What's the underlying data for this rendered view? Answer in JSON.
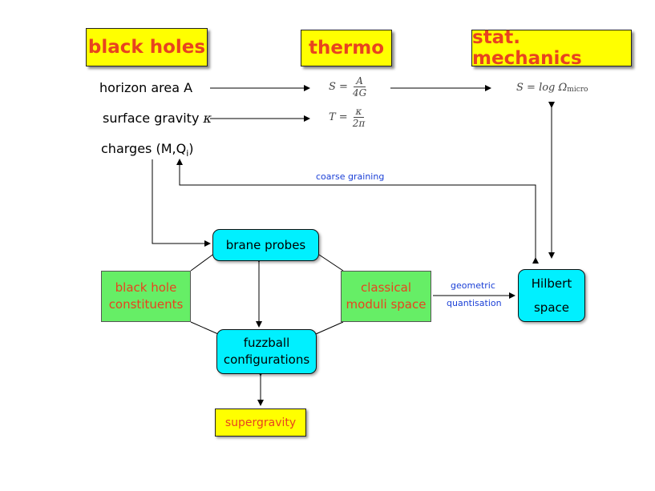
{
  "headers": {
    "black_holes": "black holes",
    "thermo": "thermo",
    "stat_mech": "stat. mechanics"
  },
  "rows": {
    "horizon_area": "horizon area  A",
    "surface_gravity": "surface gravity",
    "kappa": "κ",
    "charges": "charges (M,Q",
    "charges_sub": "i",
    "charges_close": ")"
  },
  "formulas": {
    "entropy_lhs": "S =",
    "entropy_num": "A",
    "entropy_den": "4G",
    "temp_lhs": "T =",
    "temp_num": "κ",
    "temp_den": "2π",
    "micro_lhs": "S = log Ω",
    "micro_sub": "micro"
  },
  "nodes": {
    "brane_probes": "brane probes",
    "bh_constituents_1": "black hole",
    "bh_constituents_2": "constituents",
    "classical_1": "classical",
    "classical_2": "moduli space",
    "fuzzball_1": "fuzzball",
    "fuzzball_2": "configurations",
    "hilbert_1": "Hilbert",
    "hilbert_2": "space",
    "supergravity": "supergravity"
  },
  "edge_labels": {
    "coarse_graining": "coarse graining",
    "geometric": "geometric",
    "quantisation": "quantisation"
  },
  "colors": {
    "header_fill": "#ffff00",
    "header_text": "#e8431f",
    "cyan_node": "#00f0ff",
    "green_node": "#66ee66",
    "edge_label": "#1a3fd6"
  }
}
